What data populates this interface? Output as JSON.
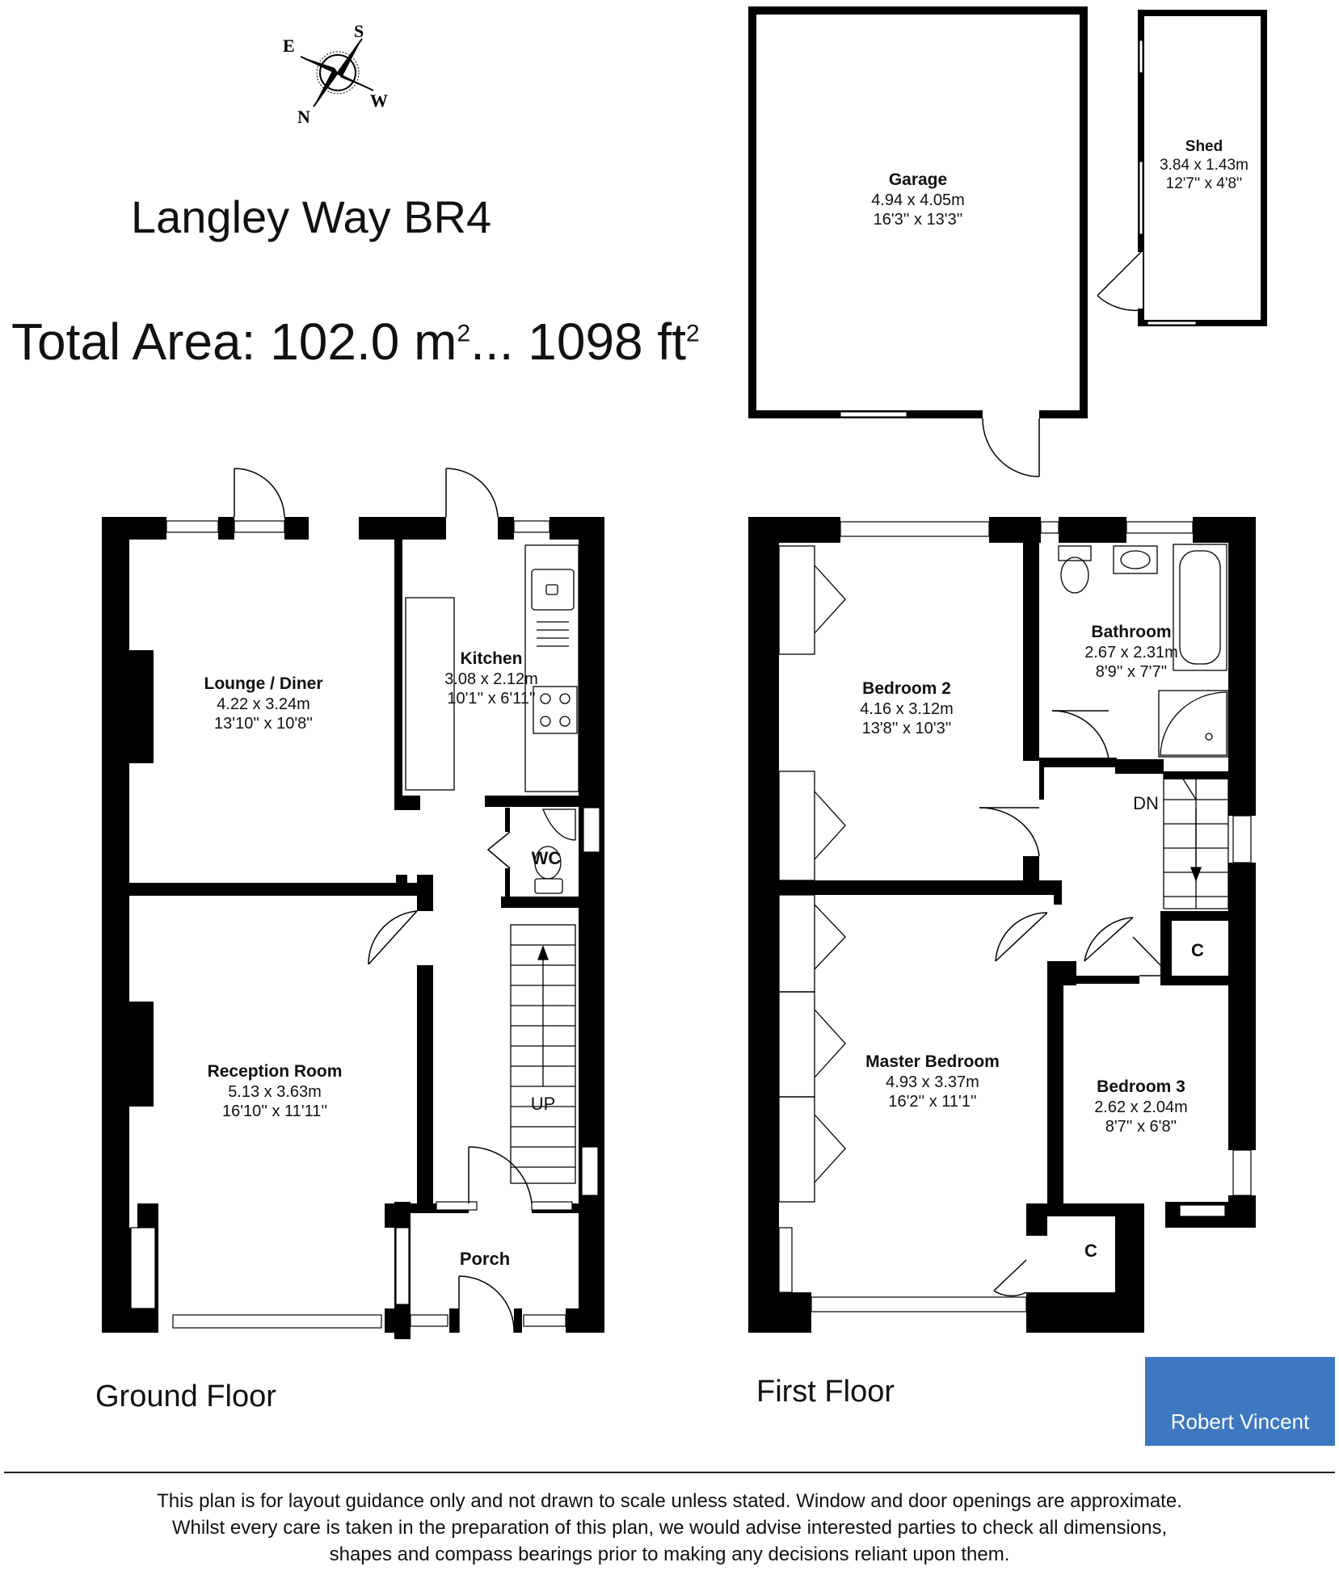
{
  "header": {
    "title": "Langley Way BR4",
    "total_area_prefix": "Total Area: 102.0 m",
    "total_area_sup1": "2",
    "total_area_mid": "... 1098 ft",
    "total_area_sup2": "2"
  },
  "compass": {
    "n": "N",
    "s": "S",
    "e": "E",
    "w": "W"
  },
  "floors": {
    "ground": "Ground Floor",
    "first": "First Floor"
  },
  "rooms": {
    "garage": {
      "name": "Garage",
      "metric": "4.94 x 4.05m",
      "imperial": "16'3'' x 13'3''"
    },
    "shed": {
      "name": "Shed",
      "metric": "3.84 x 1.43m",
      "imperial": "12'7'' x 4'8''"
    },
    "lounge": {
      "name": "Lounge / Diner",
      "metric": "4.22 x 3.24m",
      "imperial": "13'10'' x 10'8''"
    },
    "kitchen": {
      "name": "Kitchen",
      "metric": "3.08 x 2.12m",
      "imperial": "10'1'' x 6'11''"
    },
    "wc": {
      "name": "WC"
    },
    "reception": {
      "name": "Reception Room",
      "metric": "5.13 x 3.63m",
      "imperial": "16'10'' x 11'11''"
    },
    "porch": {
      "name": "Porch"
    },
    "bedroom2": {
      "name": "Bedroom 2",
      "metric": "4.16 x 3.12m",
      "imperial": "13'8'' x 10'3''"
    },
    "bathroom": {
      "name": "Bathroom",
      "metric": "2.67 x 2.31m",
      "imperial": "8'9'' x 7'7''"
    },
    "master": {
      "name": "Master Bedroom",
      "metric": "4.93 x 3.37m",
      "imperial": "16'2'' x 11'1''"
    },
    "bedroom3": {
      "name": "Bedroom 3",
      "metric": "2.62 x 2.04m",
      "imperial": "8'7'' x 6'8''"
    },
    "cupboard_label": "C"
  },
  "stairs": {
    "up": "UP",
    "down": "DN"
  },
  "logo": {
    "name": "Robert Vincent",
    "background": "#3d78c0"
  },
  "disclaimer": {
    "line1": "This plan is for layout guidance only and not drawn to scale unless stated. Window and door openings are approximate.",
    "line2": "Whilst every care is taken in the preparation of this plan, we would advise interested parties to check all dimensions,",
    "line3": "shapes and compass bearings prior to making any decisions reliant upon them."
  },
  "colors": {
    "wall": "#000000",
    "fixture": "#555555"
  }
}
